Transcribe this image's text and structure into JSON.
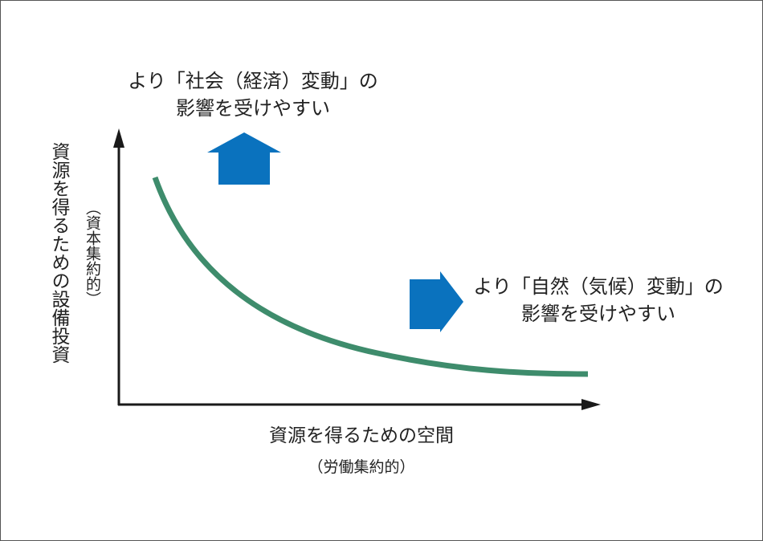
{
  "diagram": {
    "x_axis": {
      "title": "資源を得るための空間",
      "subtitle": "（労働集約的）"
    },
    "y_axis": {
      "title": "資源を得るための設備投資",
      "subtitle": "（資本集約的）"
    },
    "annotations": {
      "social": {
        "line1": "より「社会（経済）変動」の",
        "line2": "影響を受けやすい"
      },
      "nature": {
        "line1": "より「自然（気候）変動」の",
        "line2": "影響を受けやすい"
      }
    },
    "colors": {
      "curve": "#3e8c6c",
      "arrow_fill": "#0a72be",
      "axis": "#1a1a1a",
      "frame": "#555555"
    },
    "icons": {
      "up": "up-block-arrow-icon",
      "right": "right-block-arrow-icon"
    }
  }
}
